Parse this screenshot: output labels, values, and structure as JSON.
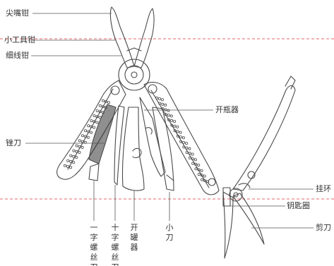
{
  "colors": {
    "outline": "#4a4a4a",
    "leader": "#555555",
    "dashed_guide": "#e0343a",
    "text": "#333333",
    "file_texture": "#333333"
  },
  "labels": {
    "needle_nose_pliers": "尖嘴钳",
    "small_tool_pliers": "小工具钳",
    "wire_cutter": "细线钳",
    "bottle_opener": "开瓶器",
    "file": "锉刀",
    "hanging_ring": "挂环",
    "key_ring": "钥匙圈",
    "scissors": "剪刀",
    "flat_screwdriver": "一字螺丝刀",
    "phillips_screwdriver": "十字螺丝刀",
    "can_opener": "开罐器",
    "small_knife": "小刀"
  }
}
